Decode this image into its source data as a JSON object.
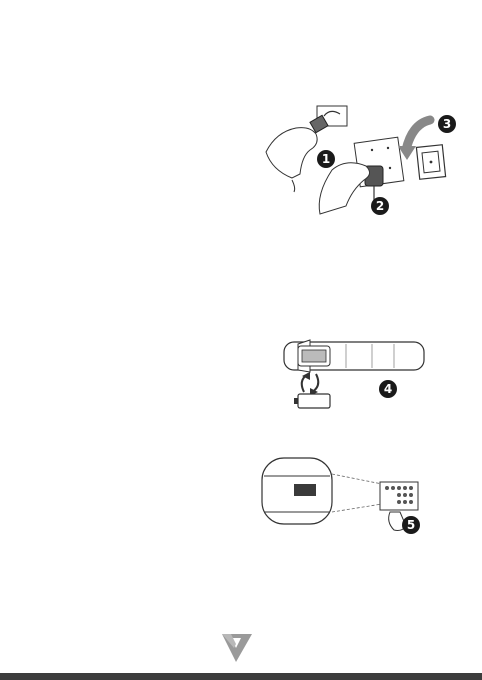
{
  "steps": [
    {
      "number": "1",
      "description": "plug-into-phone"
    },
    {
      "number": "2",
      "description": "plug-into-adapter"
    },
    {
      "number": "3",
      "description": "insert-into-wall-outlet"
    },
    {
      "number": "4",
      "description": "insert-battery"
    },
    {
      "number": "5",
      "description": "check-charging-display"
    }
  ],
  "logo": {
    "icon": "v7-logo-icon",
    "color": "#9a9a9a"
  },
  "footer_bar_color": "#3c3c3c"
}
